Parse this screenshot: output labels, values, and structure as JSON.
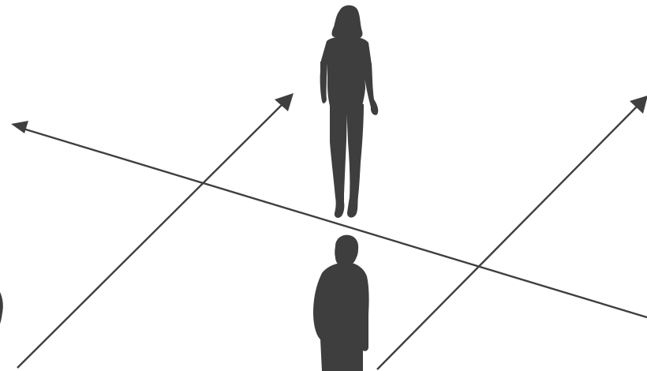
{
  "scene": {
    "background_color": "#ffffff",
    "ink_color": "#3e3e3e",
    "figures": [
      {
        "id": "woman",
        "icon": "standing-woman-silhouette-icon",
        "facing": "away"
      },
      {
        "id": "man",
        "icon": "standing-man-silhouette-icon",
        "facing": "away"
      },
      {
        "id": "edge-figure",
        "icon": "partial-figure-silhouette-icon",
        "facing": "unknown"
      }
    ],
    "arrows": [
      {
        "id": "arrow-1",
        "icon": "arrow-icon",
        "direction": "up-right"
      },
      {
        "id": "arrow-2",
        "icon": "arrow-icon",
        "direction": "left"
      },
      {
        "id": "arrow-3",
        "icon": "arrow-icon",
        "direction": "up-right"
      }
    ]
  }
}
